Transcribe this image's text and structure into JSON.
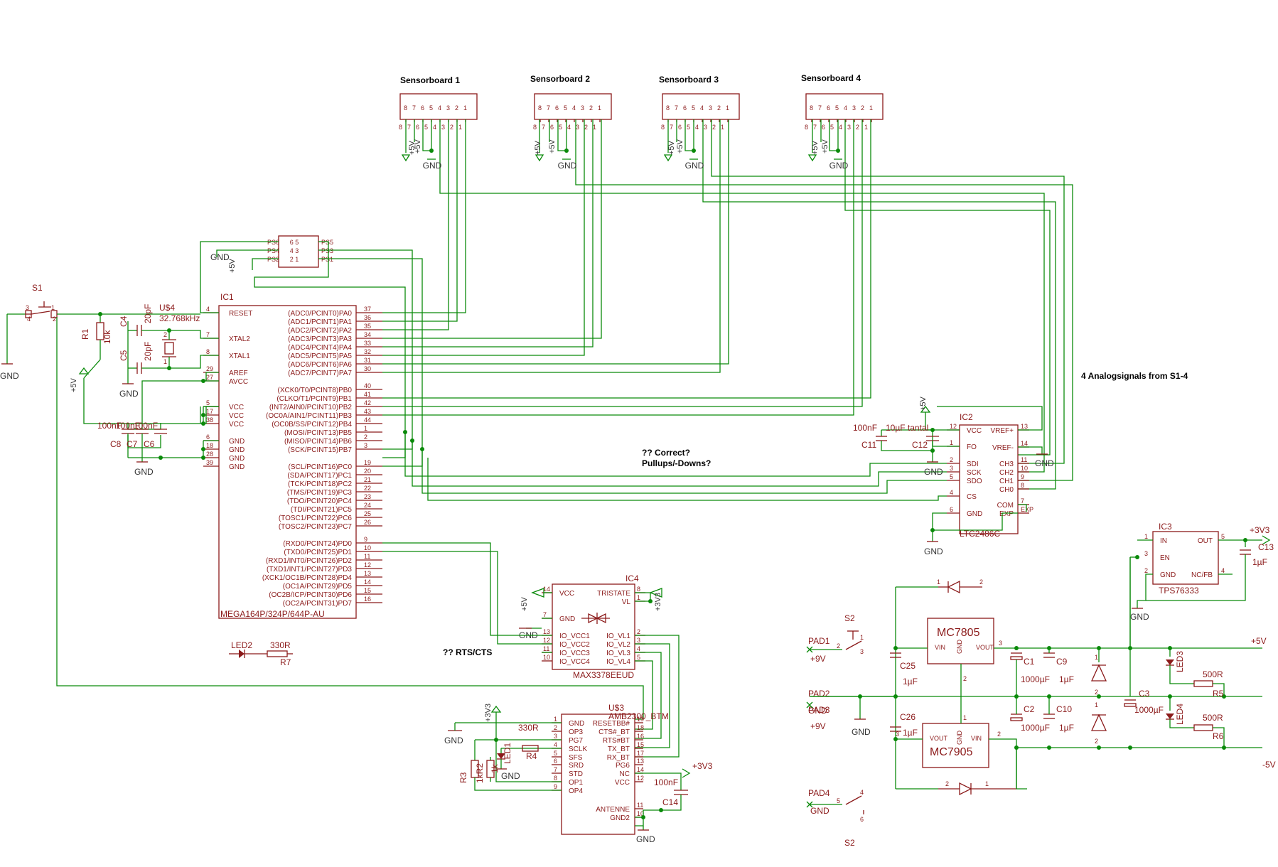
{
  "annotations": {
    "sensorboard_1": "Sensorboard 1",
    "sensorboard_2": "Sensorboard 2",
    "sensorboard_3": "Sensorboard 3",
    "sensorboard_4": "Sensorboard 4",
    "analog": "4 Analogsignals from S1-4",
    "correct": "?? Correct?",
    "pullups": "Pullups/-Downs?",
    "rtscts": "?? RTS/CTS"
  },
  "supply": {
    "gnd": "GND",
    "p5v": "+5V",
    "p3v3": "+3V3",
    "p9v": "+9V",
    "m5v": "-5V"
  },
  "connectors": {
    "pins": [
      "8",
      "7",
      "6",
      "5",
      "4",
      "3",
      "2",
      "1"
    ]
  },
  "ic1": {
    "name": "IC1",
    "part": "MEGA164P/324P/644P-AU",
    "left_pins": [
      {
        "num": "4",
        "name": "RESET"
      },
      {
        "num": "7",
        "name": "XTAL2"
      },
      {
        "num": "8",
        "name": "XTAL1"
      },
      {
        "num": "29",
        "name": "AREF"
      },
      {
        "num": "27",
        "name": "AVCC"
      },
      {
        "num": "5",
        "name": "VCC"
      },
      {
        "num": "17",
        "name": "VCC"
      },
      {
        "num": "38",
        "name": "VCC"
      },
      {
        "num": "6",
        "name": "GND"
      },
      {
        "num": "18",
        "name": "GND"
      },
      {
        "num": "28",
        "name": "GND"
      },
      {
        "num": "39",
        "name": "GND"
      }
    ],
    "right_pins": [
      {
        "num": "37",
        "name": "(ADC0/PCINT0)PA0"
      },
      {
        "num": "36",
        "name": "(ADC1/PCINT1)PA1"
      },
      {
        "num": "35",
        "name": "(ADC2/PCINT2)PA2"
      },
      {
        "num": "34",
        "name": "(ADC3/PCINT3)PA3"
      },
      {
        "num": "33",
        "name": "(ADC4/PCINT4)PA4"
      },
      {
        "num": "32",
        "name": "(ADC5/PCINT5)PA5"
      },
      {
        "num": "31",
        "name": "(ADC6/PCINT6)PA6"
      },
      {
        "num": "30",
        "name": "(ADC7/PCINT7)PA7"
      },
      {
        "num": "40",
        "name": "(XCK0/T0/PCINT8)PB0"
      },
      {
        "num": "41",
        "name": "(CLKO/T1/PCINT9)PB1"
      },
      {
        "num": "42",
        "name": "(INT2/AIN0/PCINT10)PB2"
      },
      {
        "num": "43",
        "name": "(OC0A/AIN1/PCINT11)PB3"
      },
      {
        "num": "44",
        "name": "(OC0B/SS/PCINT12)PB4"
      },
      {
        "num": "1",
        "name": "(MOSI/PCINT13)PB5"
      },
      {
        "num": "2",
        "name": "(MISO/PCINT14)PB6"
      },
      {
        "num": "3",
        "name": "(SCK/PCINT15)PB7"
      },
      {
        "num": "19",
        "name": "(SCL/PCINT16)PC0"
      },
      {
        "num": "20",
        "name": "(SDA/PCINT17)PC1"
      },
      {
        "num": "21",
        "name": "(TCK/PCINT18)PC2"
      },
      {
        "num": "22",
        "name": "(TMS/PCINT19)PC3"
      },
      {
        "num": "23",
        "name": "(TDO/PCINT20)PC4"
      },
      {
        "num": "24",
        "name": "(TDI/PCINT21)PC5"
      },
      {
        "num": "25",
        "name": "(TOSC1/PCINT22)PC6"
      },
      {
        "num": "26",
        "name": "(TOSC2/PCINT23)PC7"
      },
      {
        "num": "9",
        "name": "(RXD0/PCINT24)PD0"
      },
      {
        "num": "10",
        "name": "(TXD0/PCINT25)PD1"
      },
      {
        "num": "11",
        "name": "(RXD1/INT0/PCINT26)PD2"
      },
      {
        "num": "12",
        "name": "(TXD1/INT1/PCINT27)PD3"
      },
      {
        "num": "13",
        "name": "(XCK1/OC1B/PCINT28)PD4"
      },
      {
        "num": "14",
        "name": "(OC1A/PCINT29)PD5"
      },
      {
        "num": "15",
        "name": "(OC2B/ICP/PCINT30)PD6"
      },
      {
        "num": "16",
        "name": "(OC2A/PCINT31)PD7"
      }
    ]
  },
  "isp": {
    "left": [
      "PS6",
      "PS4",
      "PS2"
    ],
    "mid": [
      "6 5",
      "4 3",
      "2 1"
    ],
    "right": [
      "PS5",
      "PS3",
      "PS1"
    ]
  },
  "parts": {
    "s1": "S1",
    "r1": "R1",
    "r1v": "10k",
    "c4": "C4",
    "c4v": "20pF",
    "c5": "C5",
    "c5v": "20pF",
    "u4": "U$4",
    "u4v": "32.768kHz",
    "c8": "C8",
    "c7": "C7",
    "c6": "C6",
    "cap100": "100nF",
    "led2": "LED2",
    "r7": "R7",
    "r7v": "330R",
    "pin3": "3",
    "pin4": "4",
    "pin2": "2",
    "pin1": "1"
  },
  "ic2": {
    "name": "IC2",
    "part": "LTC2486C",
    "left_pins": [
      {
        "num": "12",
        "name": "VCC"
      },
      {
        "num": "1",
        "name": "FO"
      },
      {
        "num": "2",
        "name": "SDI"
      },
      {
        "num": "3",
        "name": "SCK"
      },
      {
        "num": "5",
        "name": "SDO"
      },
      {
        "num": "4",
        "name": "CS"
      },
      {
        "num": "6",
        "name": "GND"
      }
    ],
    "right_pins": [
      {
        "num": "13",
        "name": "VREF+"
      },
      {
        "num": "14",
        "name": "VREF-"
      },
      {
        "num": "11",
        "name": "CH3"
      },
      {
        "num": "10",
        "name": "CH2"
      },
      {
        "num": "9",
        "name": "CH1"
      },
      {
        "num": "8",
        "name": "CH0"
      },
      {
        "num": "7",
        "name": "COM"
      },
      {
        "num": "EXP",
        "name": "EXP"
      }
    ],
    "c11": "C11",
    "c11v": "100nF",
    "c12": "C12",
    "c12v": "10µF tantal"
  },
  "ic3": {
    "name": "IC3",
    "part": "TPS76333",
    "pins": [
      {
        "num": "1",
        "name": "IN"
      },
      {
        "num": "3",
        "name": "EN"
      },
      {
        "num": "2",
        "name": "GND"
      },
      {
        "num": "5",
        "name": "OUT"
      },
      {
        "num": "4",
        "name": "NC/FB"
      }
    ],
    "c13": "C13",
    "c13v": "1µF"
  },
  "ic4": {
    "name": "IC4",
    "part": "MAX3378EEUD",
    "left_pins": [
      {
        "num": "14",
        "name": "VCC"
      },
      {
        "num": "7",
        "name": "GND"
      },
      {
        "num": "13",
        "name": "IO_VCC1"
      },
      {
        "num": "12",
        "name": "IO_VCC2"
      },
      {
        "num": "11",
        "name": "IO_VCC3"
      },
      {
        "num": "10",
        "name": "IO_VCC4"
      }
    ],
    "right_pins": [
      {
        "num": "8",
        "name": "TRISTATE"
      },
      {
        "num": "1",
        "name": "VL"
      },
      {
        "num": "2",
        "name": "IO_VL1"
      },
      {
        "num": "3",
        "name": "IO_VL2"
      },
      {
        "num": "4",
        "name": "IO_VL3"
      },
      {
        "num": "5",
        "name": "IO_VL4"
      }
    ]
  },
  "u3": {
    "name": "U$3",
    "part": "AMB2300_BTM",
    "left_pins": [
      {
        "num": "1",
        "name": "GND"
      },
      {
        "num": "2",
        "name": "OP3"
      },
      {
        "num": "3",
        "name": "PG7"
      },
      {
        "num": "4",
        "name": "SCLK"
      },
      {
        "num": "5",
        "name": "SFS"
      },
      {
        "num": "6",
        "name": "SRD"
      },
      {
        "num": "7",
        "name": "STD"
      },
      {
        "num": "8",
        "name": "OP1"
      },
      {
        "num": "9",
        "name": "OP4"
      }
    ],
    "right_pins": [
      {
        "num": "19",
        "name": "RESETBB#"
      },
      {
        "num": "18",
        "name": "CTS#_BT"
      },
      {
        "num": "16",
        "name": "RTS#BT"
      },
      {
        "num": "15",
        "name": "TX_BT"
      },
      {
        "num": "17",
        "name": "RX_BT"
      },
      {
        "num": "13",
        "name": "PG6"
      },
      {
        "num": "14",
        "name": "NC"
      },
      {
        "num": "12",
        "name": "VCC"
      },
      {
        "num": "11",
        "name": "ANTENNE"
      },
      {
        "num": "10",
        "name": "GND2"
      }
    ],
    "r3": "R3",
    "r3v": "1kR2",
    "r4": "R4",
    "r4v": "330R",
    "led1": "LED1",
    "led1v": "1k",
    "c14": "C14",
    "c14v": "100nF"
  },
  "power": {
    "mc7805": "MC7805",
    "mc7905": "MC7905",
    "vin": "VIN",
    "vout": "VOUT",
    "gnd": "GND",
    "pad1": "PAD1",
    "pad2": "PAD2",
    "pad3": "PAD3",
    "pad4": "PAD4",
    "s2": "S2",
    "c25": "C25",
    "c26": "C26",
    "c1": "C1",
    "c2": "C2",
    "c3": "C3",
    "c9": "C9",
    "c10": "C10",
    "v1u": "1µF",
    "v1000": "1000µF",
    "led3": "LED3",
    "led4": "LED4",
    "r5": "R5",
    "r6": "R6",
    "r500": "500R",
    "pin5": "5",
    "pin6": "6"
  }
}
